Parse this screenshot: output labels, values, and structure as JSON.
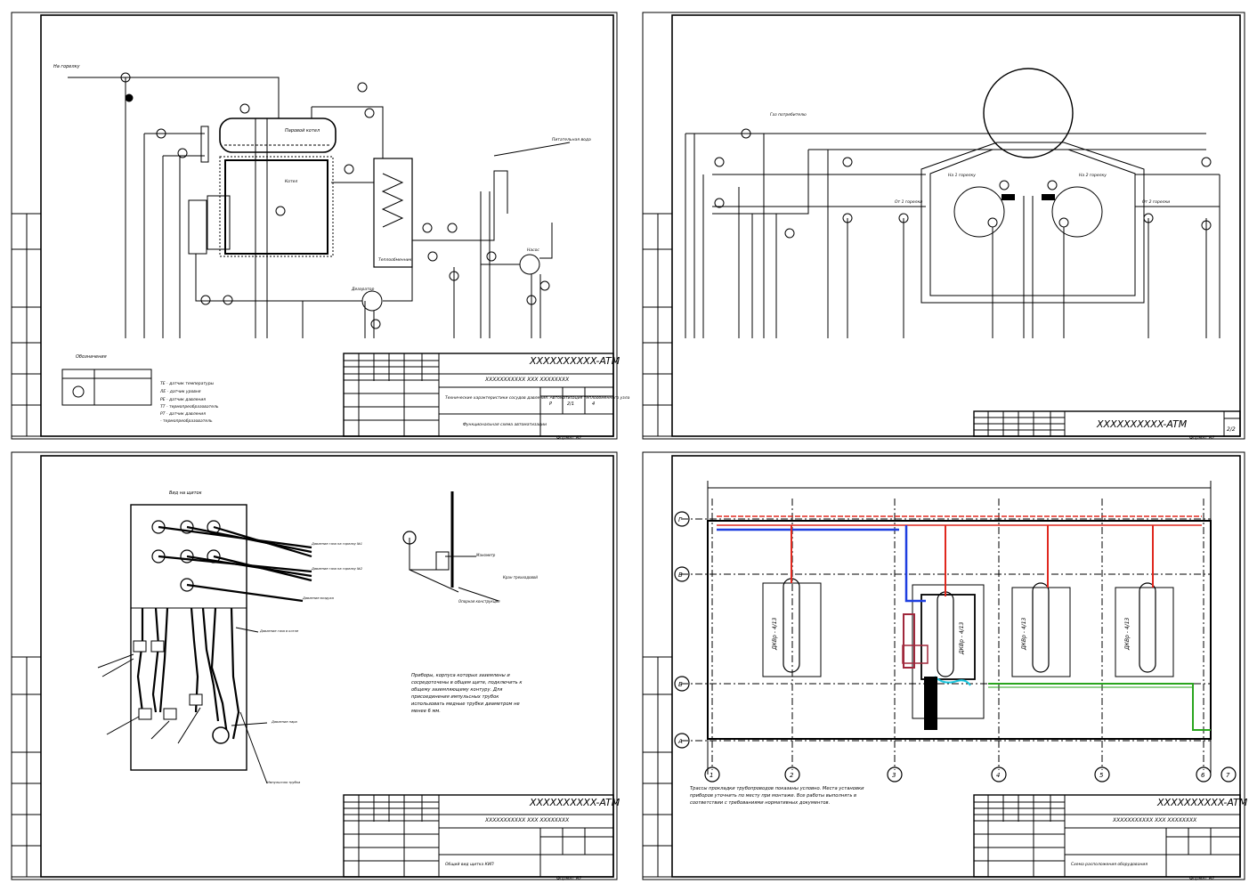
{
  "sheets": [
    {
      "title_code": "XXXXXXXXXX-ATM",
      "project_name": "XXXXXXXXXXX XXX XXXXXXXX",
      "description": "Технические характеристики сосудов давления. Автоматизация теплообменного узла",
      "drawing_name": "Функциональная схема автоматизации",
      "stage": "Р",
      "sheet": "2/1",
      "sheets_total": "4",
      "format": "Формат А2",
      "legend_title": "Обозначения",
      "legend_items": [
        "ТЕ - датчик температуры",
        "ЛЕ - датчик уровня",
        "РЕ - датчик давления",
        "ТТ - термопреобразователь",
        "PT - датчик давления",
        "- термопреобразователь"
      ],
      "labels": [
        "На горелку",
        "Паровой котел",
        "Теплообменник",
        "Питательная вода",
        "Насос",
        "Деаэратор",
        "Котел"
      ]
    },
    {
      "title_code": "XXXXXXXXXX-ATM",
      "sheet": "2/2",
      "format": "Формат А2",
      "labels": [
        "Газ потребителю",
        "На 1 горелку",
        "На 2 горелку",
        "От 1 горелки",
        "От 2 горелки"
      ]
    },
    {
      "title_code": "XXXXXXXXXX-ATM",
      "project_name": "XXXXXXXXXXX XXX XXXXXXXX",
      "view_title": "Вид на щиток",
      "note": "Приборы, корпуса которых заземлены и сосредоточены в общем щите, подключить к общему заземляющему контуру. Для присоединения импульсных трубок использовать медные трубки диаметром не менее 6 мм.",
      "format": "Формат А2",
      "drawing_name": "Общий вид щитка КИП",
      "labels": [
        "Давление газа на горелку №1",
        "Давление газа на горелку №2",
        "Давление воздуха",
        "Давление газа в котле",
        "Давление пара",
        "Манометр",
        "Кран трехходовой",
        "Опорная конструкция",
        "Импульсная трубка"
      ]
    },
    {
      "title_code": "XXXXXXXXXX-ATM",
      "project_name": "XXXXXXXXXXX XXX XXXXXXXX",
      "note": "Трассы прокладки трубопроводов показаны условно. Места установки приборов уточнить по месту при монтаже. Все работы выполнять в соответствии с требованиями нормативных документов.",
      "drawing_name": "Схема расположения оборудования",
      "format": "Формат А2",
      "axes_letters": [
        "Г",
        "В",
        "Б",
        "А"
      ],
      "axes_numbers": [
        "1",
        "2",
        "3",
        "4",
        "5",
        "6",
        "7"
      ],
      "boilers": [
        "ДКВр - 4/13",
        "ДКВр - 4/13",
        "ДКВр - 4/13",
        "ДКВр - 4/13"
      ],
      "colors": {
        "gas": "#e0281e",
        "water": "#1e3ee0",
        "steam": "#2aa51e",
        "cyan": "#1ec8e0"
      }
    }
  ]
}
